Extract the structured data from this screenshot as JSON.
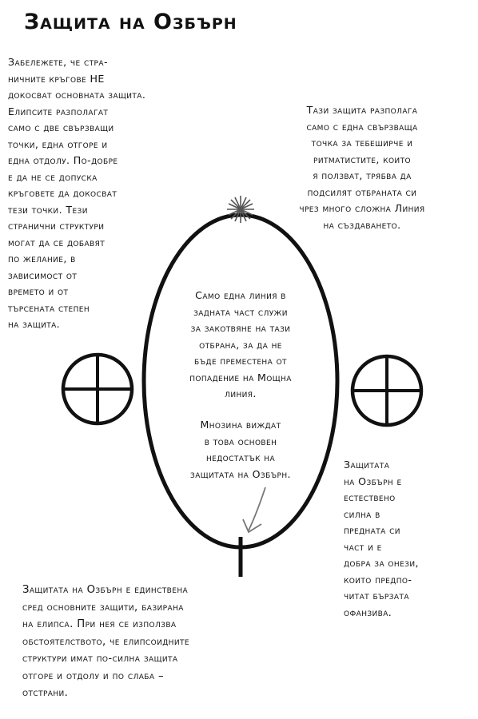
{
  "title": "Защита на Озбърн",
  "left_note": [
    "Забележете, че стра-",
    "ничните кръгове НЕ",
    "докосват основната защита.",
    "Елипсите разполагат",
    "само с две свързващи",
    "точки, една отгоре и",
    "една отдолу. По-добре",
    "е да не се допуска",
    "кръговете да докосват",
    "тези точки. Тези",
    "странични структури",
    "могат да се добавят",
    "по желание, в",
    "зависимост от",
    "времето и от",
    "търсената степен",
    "на защита."
  ],
  "right_top_note": [
    "Тази защита разполага",
    "само с една свързваща",
    "точка за тебеширче и",
    "ритматистите, които",
    "я ползват, трябва да",
    "подсилят отбраната си",
    "чрез много сложна Линия",
    "на създаването."
  ],
  "center_note_1": [
    "Само една линия в",
    "задната част служи",
    "за закотвяне на тази",
    "отбрана, за да не",
    "бъде преместена от",
    "попадение на Мощна",
    "линия."
  ],
  "center_note_2": [
    "Мнозина виждат",
    "в това основен",
    "недостатък на",
    "защитата на Озбърн."
  ],
  "right_bottom_note": [
    "Защитата",
    "на Озбърн е",
    "естествено",
    "силна в",
    "предната си",
    "част и е",
    "добра за онези,",
    "които предпо-",
    "читат бързата",
    "офанзива."
  ],
  "bottom_note": [
    "Защитата на Озбърн е единствена",
    "сред основните защити, базирана",
    "на елипса. При нея се използва",
    "обстоятелството, че елипсоидните",
    "структури имат по-силна защита",
    "отгоре и отдолу и по слаба –",
    "отстрани."
  ],
  "colors": {
    "ink": "#111111",
    "background": "#ffffff"
  },
  "icons": [
    "chalk-star-point-icon",
    "anchor-line-icon",
    "arrow-icon",
    "side-circle-icon"
  ]
}
